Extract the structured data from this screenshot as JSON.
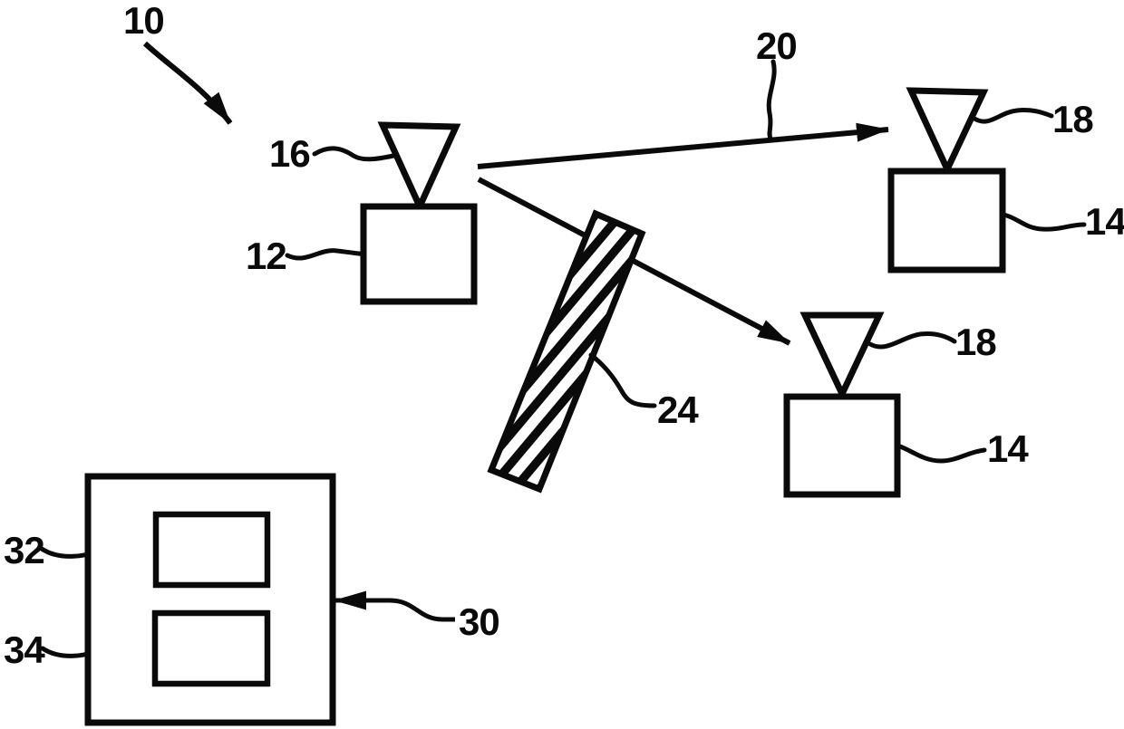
{
  "diagram": {
    "background": "#ffffff",
    "ink": "#0a0a0a",
    "refs": {
      "system": "10",
      "transmitter_box": "12",
      "transmitter_antenna": "16",
      "signal_path": "20",
      "obstacle": "24",
      "receiver_top_box": "14",
      "receiver_top_antenna": "18",
      "receiver_bottom_box": "14",
      "receiver_bottom_antenna": "18",
      "control_unit": "30",
      "module_top": "32",
      "module_bottom": "34"
    }
  }
}
